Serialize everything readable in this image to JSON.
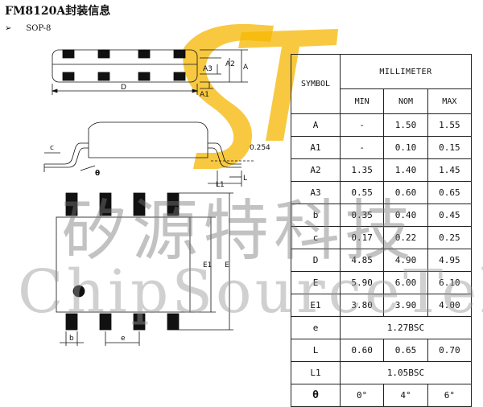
{
  "title": "FM8120A封装信息",
  "subtitle": {
    "bullet": "➢",
    "text": "SOP-8"
  },
  "drawing_labels": {
    "D": "D",
    "A": "A",
    "A1": "A1",
    "A2": "A2",
    "A3": "A3",
    "c": "c",
    "theta": "θ",
    "gauge": "0.254",
    "L": "L",
    "L1": "L1",
    "E": "E",
    "E1": "E1",
    "b": "b",
    "e": "e"
  },
  "watermark": {
    "chinese": "矽源特科技",
    "english": "ChipSourceTek"
  },
  "table": {
    "symbol_header": "SYMBOL",
    "unit_header": "MILLIMETER",
    "columns": [
      "MIN",
      "NOM",
      "MAX"
    ],
    "rows": [
      {
        "symbol": "A",
        "min": "-",
        "nom": "1.50",
        "max": "1.55"
      },
      {
        "symbol": "A1",
        "min": "-",
        "nom": "0.10",
        "max": "0.15"
      },
      {
        "symbol": "A2",
        "min": "1.35",
        "nom": "1.40",
        "max": "1.45"
      },
      {
        "symbol": "A3",
        "min": "0.55",
        "nom": "0.60",
        "max": "0.65"
      },
      {
        "symbol": "b",
        "min": "0.35",
        "nom": "0.40",
        "max": "0.45"
      },
      {
        "symbol": "c",
        "min": "0.17",
        "nom": "0.22",
        "max": "0.25"
      },
      {
        "symbol": "D",
        "min": "4.85",
        "nom": "4.90",
        "max": "4.95"
      },
      {
        "symbol": "E",
        "min": "5.90",
        "nom": "6.00",
        "max": "6.10"
      },
      {
        "symbol": "E1",
        "min": "3.80",
        "nom": "3.90",
        "max": "4.00"
      },
      {
        "symbol": "e",
        "span": "1.27BSC"
      },
      {
        "symbol": "L",
        "min": "0.60",
        "nom": "0.65",
        "max": "0.70"
      },
      {
        "symbol": "L1",
        "span": "1.05BSC"
      },
      {
        "symbol": "θ",
        "min": "0°",
        "nom": "4°",
        "max": "6°"
      }
    ]
  },
  "colors": {
    "logo": "#f5b700",
    "line": "#111111",
    "watermark": "#808080"
  }
}
